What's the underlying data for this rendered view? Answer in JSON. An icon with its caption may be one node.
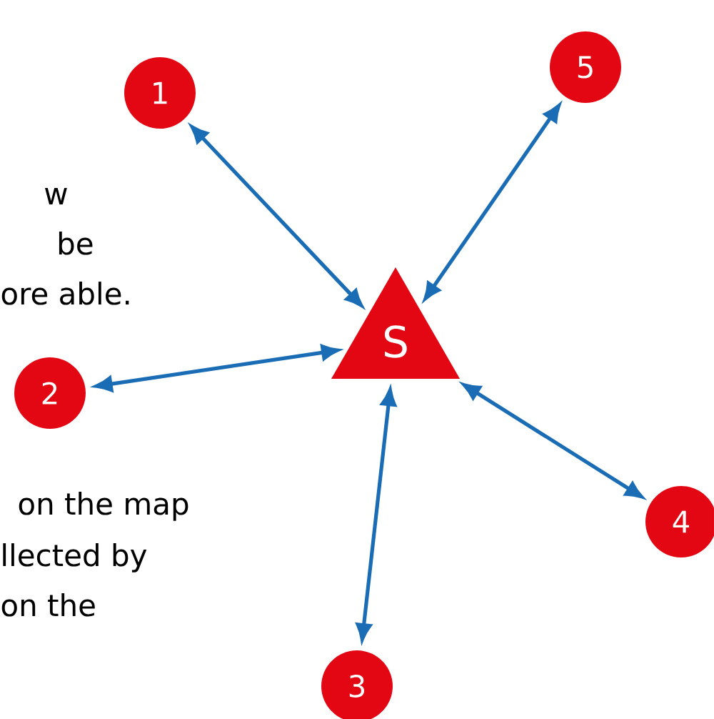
{
  "diagram": {
    "nodes": [
      {
        "text": [
          "1"
        ]
      },
      {
        "text": [
          "5"
        ]
      },
      {
        "text": [
          "S"
        ]
      },
      {
        "text": [
          "2"
        ]
      },
      {
        "text": [
          "4"
        ]
      },
      {
        "text": [
          "3"
        ]
      }
    ],
    "edges": [
      {
        "from": 2,
        "to": 0,
        "arrow": "both"
      },
      {
        "from": 2,
        "to": 1,
        "arrow": "both"
      },
      {
        "from": 2,
        "to": 3,
        "arrow": "both"
      },
      {
        "from": 2,
        "to": 4,
        "arrow": "both"
      },
      {
        "from": 2,
        "to": 5,
        "arrow": "both"
      }
    ],
    "labels": [
      "w",
      "be",
      "ore able.",
      "on the map",
      "llected by",
      "on the"
    ]
  }
}
